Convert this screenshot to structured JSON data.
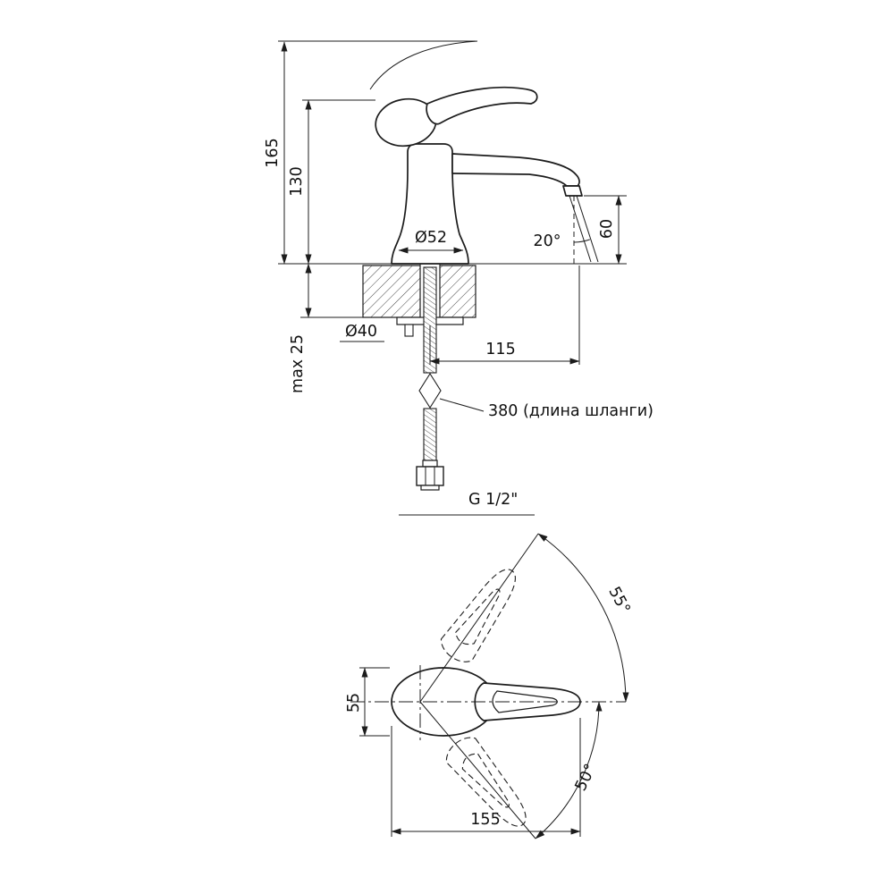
{
  "page": {
    "background": "#ffffff",
    "line_color": "#1c1c1c"
  },
  "drawing": {
    "kind": "technical dimension drawing of a single-lever basin mixer: side elevation with installation dimensions and a top view of the handle swing",
    "side_view": {
      "total_height": "165",
      "height_to_body": "130",
      "base_diameter": "Ø52",
      "stream_angle": "20°",
      "outlet_height": "60",
      "washer_diameter": "Ø40",
      "max_deck_thickness": "max 25",
      "spout_reach": "115",
      "hose_length_note": "380 (длина шланги)",
      "connection_thread": "G 1/2\""
    },
    "top_view": {
      "handle_swing_up": "55°",
      "handle_width": "55",
      "handle_swing_down": "50°",
      "handle_length": "155"
    }
  }
}
